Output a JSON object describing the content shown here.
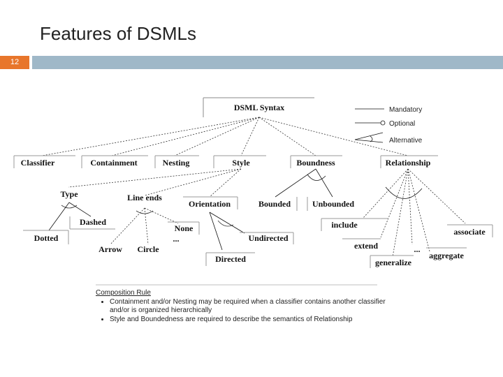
{
  "slide": {
    "title": "Features of DSMLs",
    "number": "12",
    "accent_color": "#E8762B",
    "bar_color": "#9FB8C8"
  },
  "diagram": {
    "root": "DSML Syntax",
    "legend": {
      "mandatory": "Mandatory",
      "optional": "Optional",
      "alternative": "Alternative"
    },
    "level1": [
      "Classifier",
      "Containment",
      "Nesting",
      "Style",
      "Boundness",
      "Relationship"
    ],
    "style_children": [
      "Type",
      "Line ends",
      "Orientation"
    ],
    "type_children": [
      "Dashed",
      "Dotted"
    ],
    "line_end_children": [
      "Arrow",
      "Circle",
      "None",
      "..."
    ],
    "orientation_children": [
      "Undirected",
      "Directed"
    ],
    "boundness_children": [
      "Bounded",
      "Unbounded"
    ],
    "relationship_children": [
      "include",
      "associate",
      "extend",
      "...",
      "aggregate",
      "generalize"
    ]
  },
  "composition": {
    "heading": "Composition Rule",
    "rules": [
      "Containment and/or Nesting may be required when a classifier contains another classifier and/or is organized hierarchically",
      "Style and Boundedness are required to describe the semantics of Relationship"
    ]
  }
}
